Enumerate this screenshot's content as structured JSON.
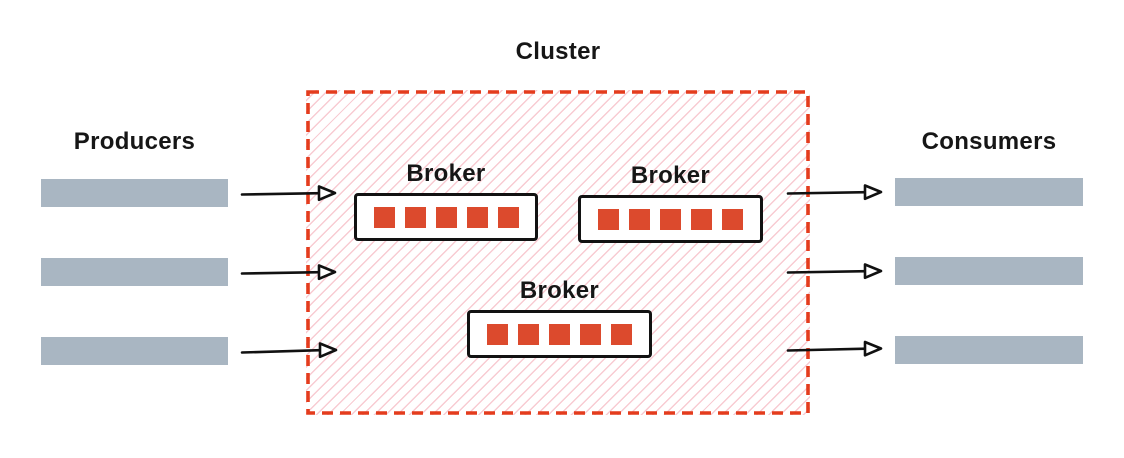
{
  "diagram": {
    "type": "architecture-flow",
    "description_labels": [
      "Producers",
      "Cluster",
      "Broker",
      "Consumers"
    ]
  },
  "cluster": {
    "label": "Cluster",
    "brokers": [
      {
        "label": "Broker",
        "partition_count": 5
      },
      {
        "label": "Broker",
        "partition_count": 5
      },
      {
        "label": "Broker",
        "partition_count": 5
      }
    ]
  },
  "producers": {
    "label": "Producers",
    "bar_count": 3
  },
  "consumers": {
    "label": "Consumers",
    "bar_count": 3
  },
  "arrows": {
    "into_cluster": 3,
    "out_of_cluster": 3
  },
  "colors": {
    "partition_red": "#DC4A2D",
    "cluster_border_red": "#E43C1D",
    "cluster_hatch_pink": "#F8CBD2",
    "bar_gray": "#A9B6C2",
    "text": "#161616"
  }
}
